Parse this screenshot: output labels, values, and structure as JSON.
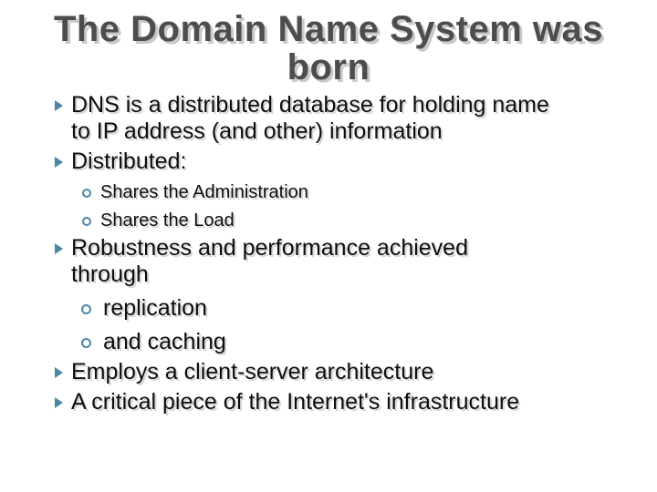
{
  "slide": {
    "title": {
      "line1": "The Domain Name System was",
      "line2": "born"
    },
    "bullets": [
      {
        "level": 1,
        "size": "normal",
        "text": "DNS is a distributed database for holding name to IP address (and other) information"
      },
      {
        "level": 1,
        "size": "normal",
        "text": "Distributed:"
      },
      {
        "level": 2,
        "size": "small",
        "text": "Shares the Administration"
      },
      {
        "level": 2,
        "size": "small",
        "text": "Shares the Load"
      },
      {
        "level": 1,
        "size": "normal",
        "text": "Robustness and performance achieved through"
      },
      {
        "level": 2,
        "size": "large",
        "text": "replication"
      },
      {
        "level": 2,
        "size": "large",
        "text": "and caching"
      },
      {
        "level": 1,
        "size": "normal",
        "text": "Employs a client-server architecture"
      },
      {
        "level": 1,
        "size": "normal",
        "text": "A critical piece of the Internet's infrastructure"
      }
    ],
    "colors": {
      "bullet_accent": "#4a87a3",
      "title_text": "#4d4d4d",
      "title_shadow": "#c9c9c9",
      "body_text": "#0d0d0d",
      "body_shadow": "#d4d4d4",
      "background": "#ffffff"
    }
  }
}
